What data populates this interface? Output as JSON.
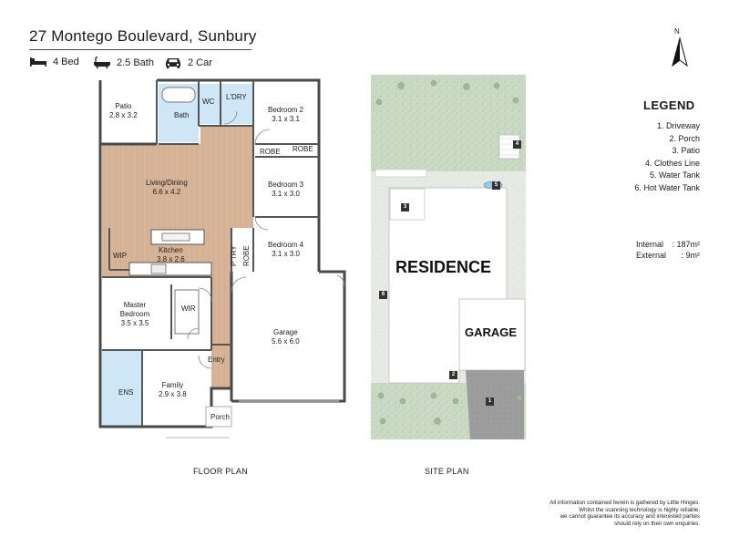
{
  "property": {
    "address": "27 Montego Boulevard, Sunbury",
    "features": [
      {
        "icon": "bed-icon",
        "label": "4 Bed"
      },
      {
        "icon": "bath-icon",
        "label": "2.5 Bath"
      },
      {
        "icon": "car-icon",
        "label": "2 Car"
      }
    ]
  },
  "floor_plan": {
    "caption": "FLOOR PLAN",
    "rooms": [
      {
        "name": "Patio",
        "dims": "2.8 x 3.2"
      },
      {
        "name": "Bath",
        "dims": ""
      },
      {
        "name": "WC",
        "dims": ""
      },
      {
        "name": "L'DRY",
        "dims": ""
      },
      {
        "name": "Bedroom 2",
        "dims": "3.1 x 3.1"
      },
      {
        "name": "ROBE",
        "dims": ""
      },
      {
        "name": "ROBE",
        "dims": ""
      },
      {
        "name": "Living/Dining",
        "dims": "6.6 x 4.2"
      },
      {
        "name": "Bedroom 3",
        "dims": "3.1 x 3.0"
      },
      {
        "name": "Kitchen",
        "dims": "3.8 x 2.6"
      },
      {
        "name": "WIP",
        "dims": ""
      },
      {
        "name": "P'TRY",
        "dims": ""
      },
      {
        "name": "ROBE",
        "dims": ""
      },
      {
        "name": "Bedroom 4",
        "dims": "3.1 x 3.0"
      },
      {
        "name": "Master Bedroom",
        "dims": "3.5 x 3.5"
      },
      {
        "name": "WIR",
        "dims": ""
      },
      {
        "name": "Garage",
        "dims": "5.6 x 6.0"
      },
      {
        "name": "Entry",
        "dims": ""
      },
      {
        "name": "ENS",
        "dims": ""
      },
      {
        "name": "Family",
        "dims": "2.9 x 3.8"
      },
      {
        "name": "Porch",
        "dims": ""
      }
    ],
    "colors": {
      "living": "#d9b59a",
      "wet": "#cfe6f7",
      "wall": "#4a4a4a",
      "floor": "#ffffff"
    }
  },
  "site_plan": {
    "caption": "SITE PLAN",
    "residence_label": "RESIDENCE",
    "garage_label": "GARAGE",
    "markers": [
      "1",
      "2",
      "3",
      "4",
      "5",
      "6"
    ],
    "colors": {
      "grass": "#c8d7c2",
      "driveway": "#9a9a9a"
    }
  },
  "north": {
    "label": "N"
  },
  "legend": {
    "title": "LEGEND",
    "items": [
      "1. Driveway",
      "2. Porch",
      "3. Patio",
      "4. Clothes Line",
      "5. Water Tank",
      "6. Hot Water Tank"
    ]
  },
  "areas": {
    "internal_label": "Internal",
    "internal_value": ": 187m²",
    "external_label": "External",
    "external_value": ": 9m²"
  },
  "disclaimer": [
    "All information contained herein is gathered by Little Hinges.",
    "Whilst the scanning technology is highly reliable,",
    "we cannot guarantee its accuracy and interested parties",
    "should rely on their own enquiries."
  ]
}
